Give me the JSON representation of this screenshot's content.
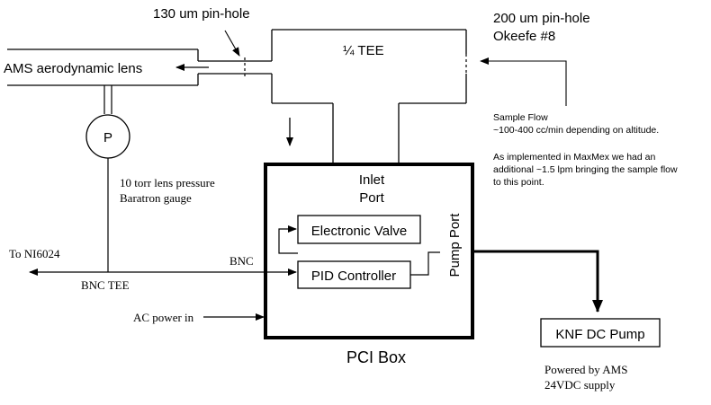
{
  "labels": {
    "pinhole_130": "130 um pin-hole",
    "pinhole_200_line1": "200 um pin-hole",
    "pinhole_200_line2": "Okeefe #8",
    "tee": "¼ TEE",
    "ams_lens": "AMS aerodynamic lens",
    "pump_symbol": "P",
    "sample_flow_1": "Sample Flow",
    "sample_flow_2": "~100-400 cc/min depending on altitude.",
    "maxmex_1": "As implemented in MaxMex we had an",
    "maxmex_2": "additional ~1.5 lpm bringing the sample flow",
    "maxmex_3": "to this point.",
    "baratron_1": "10 torr lens pressure",
    "baratron_2": "Baratron gauge",
    "inlet_1": "Inlet",
    "inlet_2": "Port",
    "electronic_valve": "Electronic Valve",
    "pid_controller": "PID Controller",
    "pump_port": "Pump Port",
    "to_ni6024": "To NI6024",
    "bnc": "BNC",
    "bnc_tee": "BNC TEE",
    "ac_power": "AC power in",
    "pci_box": "PCI Box",
    "knf_pump": "KNF DC Pump",
    "powered_1": "Powered by AMS",
    "powered_2": "24VDC supply"
  },
  "colors": {
    "stroke": "#000000",
    "background": "#ffffff"
  }
}
